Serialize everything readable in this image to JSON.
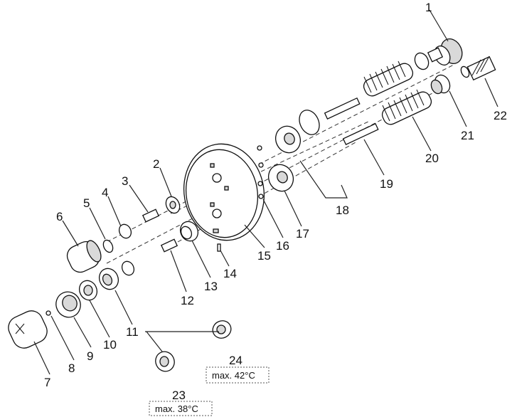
{
  "callouts": [
    "1",
    "2",
    "3",
    "4",
    "5",
    "6",
    "7",
    "8",
    "9",
    "10",
    "11",
    "12",
    "13",
    "14",
    "15",
    "16",
    "17",
    "18",
    "19",
    "20",
    "21",
    "22",
    "23",
    "24"
  ],
  "temperature_labels": {
    "label_23": "max. 38°C",
    "label_24": "max. 42°C"
  }
}
